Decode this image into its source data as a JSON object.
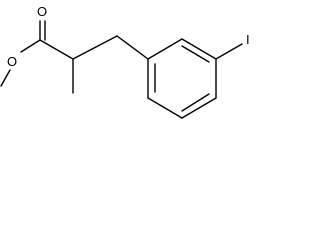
{
  "molecule": {
    "atoms": {
      "carbonyl_oxygen": "O",
      "ester_oxygen": "O",
      "iodine": "I"
    },
    "colors": {
      "bond": "#000000",
      "label": "#000000",
      "background": "#ffffff"
    }
  }
}
